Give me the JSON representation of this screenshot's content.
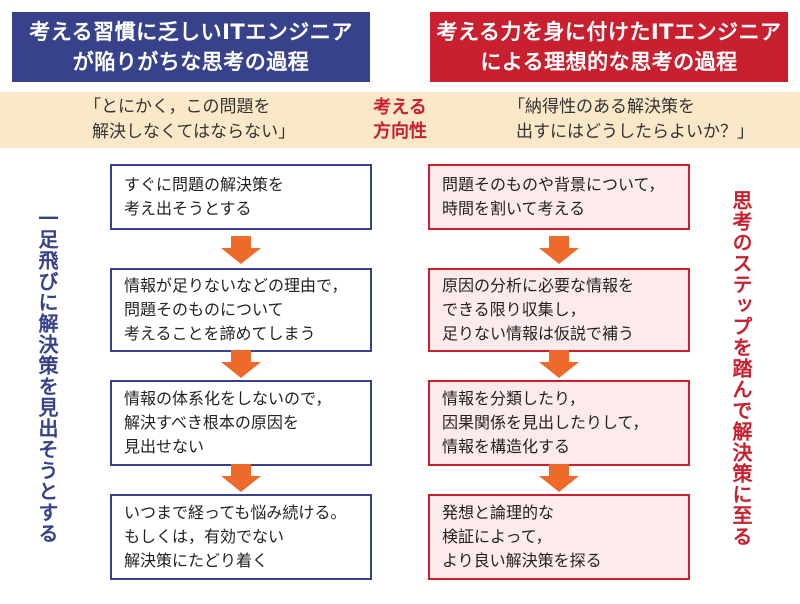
{
  "header": {
    "left": [
      "考える習慣に乏しいITエンジニア",
      "が陥りがちな思考の過程"
    ],
    "right": [
      "考える力を身に付けたITエンジニア",
      "による理想的な思考の過程"
    ]
  },
  "band": {
    "left": [
      "「とにかく，この問題を",
      "解決しなくてはならない」"
    ],
    "center": [
      "考える",
      "方向性"
    ],
    "right": [
      "「納得性のある解決策を",
      "出すにはどうしたらよいか？」"
    ]
  },
  "left_steps": [
    [
      "すぐに問題の解決策を",
      "考え出そうとする"
    ],
    [
      "情報が足りないなどの理由で，",
      "問題そのものについて",
      "考えることを諦めてしまう"
    ],
    [
      "情報の体系化をしないので，",
      "解決すべき根本の原因を",
      "見出せない"
    ],
    [
      "いつまで経っても悩み続ける。",
      "もしくは，有効でない",
      "解決策にたどり着く"
    ]
  ],
  "right_steps": [
    [
      "問題そのものや背景について，",
      "時間を割いて考える"
    ],
    [
      "原因の分析に必要な情報を",
      "できる限り収集し，",
      "足りない情報は仮説で補う"
    ],
    [
      "情報を分類したり，",
      "因果関係を見出したりして，",
      "情報を構造化する"
    ],
    [
      "発想と論理的な",
      "検証によって，",
      "より良い解決策を探る"
    ]
  ],
  "side": {
    "left": "一足飛びに解決策を見出そうとする",
    "right": "思考のステップを踏んで解決策に至る"
  },
  "colors": {
    "navy": "#37428a",
    "red": "#c8202f",
    "band": "#fbe8c8",
    "arrow": "#ee6a2a",
    "pink": "#fdeaea"
  }
}
